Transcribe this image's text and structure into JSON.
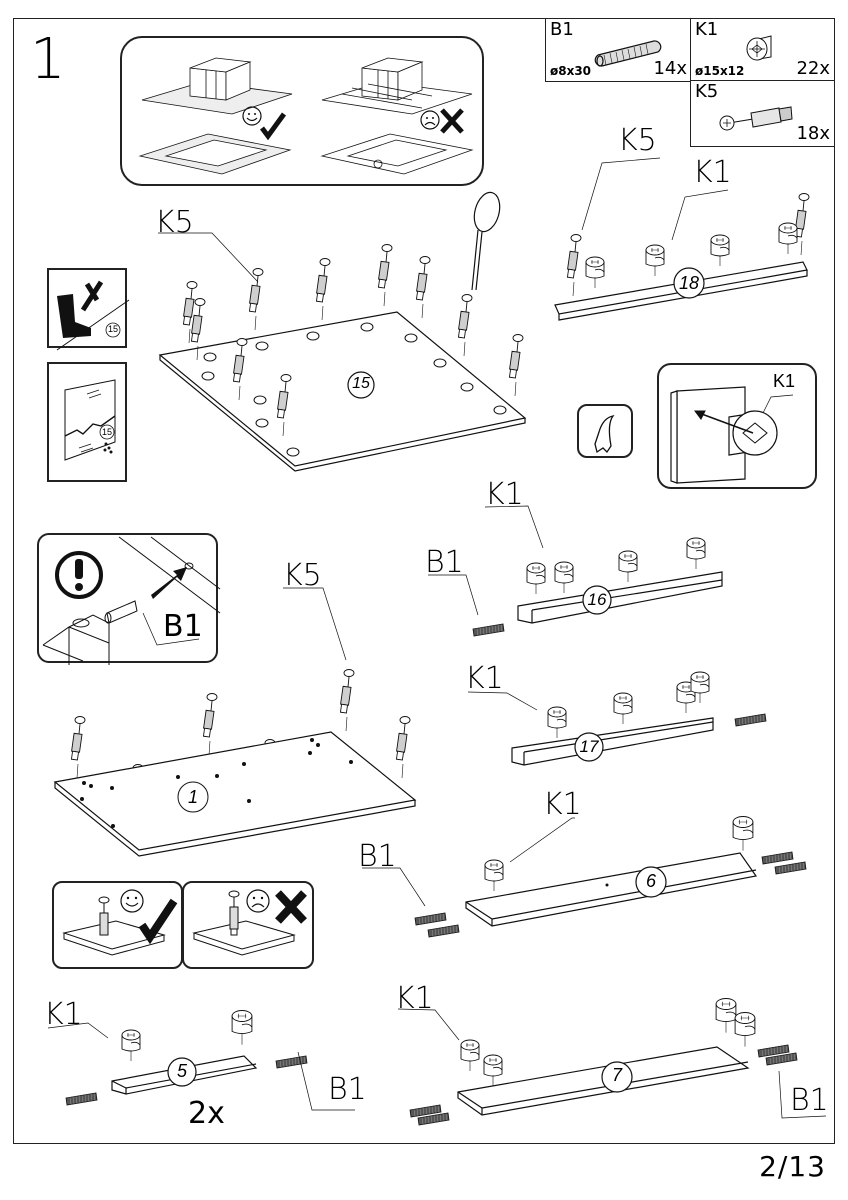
{
  "page": {
    "step_number": "1",
    "page_indicator": "2/13"
  },
  "parts_legend": [
    {
      "code": "B1",
      "dimension": "ø8x30",
      "quantity": "14x",
      "icon": "wooden-dowel-icon"
    },
    {
      "code": "K1",
      "dimension": "ø15x12",
      "quantity": "22x",
      "icon": "cam-lock-icon"
    },
    {
      "code": "K5",
      "dimension": "",
      "quantity": "18x",
      "icon": "cam-bolt-icon"
    }
  ],
  "warnings": {
    "surface_good_icon": "smiley-check-icon",
    "surface_bad_icon": "frown-cross-icon",
    "no_standing_icon": "boot-cross-icon",
    "fragile_panel_label": "15",
    "no_standing_panel_label": "15",
    "read_instructions_icon": "hand-icon",
    "caution_icon": "exclamation-icon"
  },
  "callouts": {
    "k5_panel15": "K5",
    "k5_panel18": "K5",
    "k1_panel18": "K1",
    "k1_detail": "K1",
    "b1_caution": "B1",
    "k5_panel1": "K5",
    "k1_panel16": "K1",
    "b1_panel16": "B1",
    "k1_panel17": "K1",
    "k1_panel6": "K1",
    "b1_panel6": "B1",
    "k1_panel5": "K1",
    "b1_panel5": "B1",
    "k1_panel7": "K1",
    "b1_panel7": "B1"
  },
  "panels": {
    "p15": "15",
    "p18": "18",
    "p1": "1",
    "p16": "16",
    "p17": "17",
    "p6": "6",
    "p5": "5",
    "p7": "7"
  },
  "panel5_quantity": "2x",
  "colors": {
    "ink": "#111111",
    "paper": "#ffffff",
    "hatch": "#888888"
  }
}
